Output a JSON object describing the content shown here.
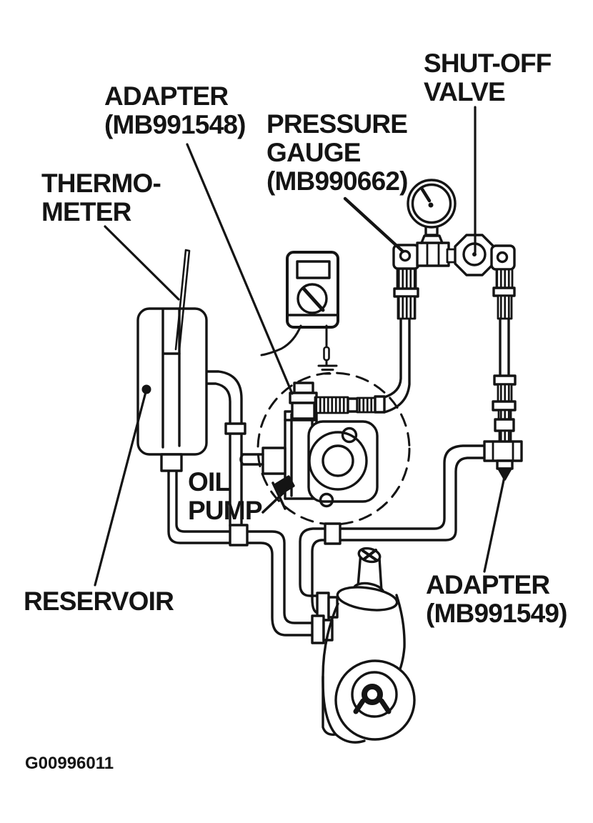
{
  "figure": {
    "code": "G00996011"
  },
  "colors": {
    "ink": "#141414",
    "background": "#ffffff"
  },
  "labels": {
    "thermometer": "THERMO-\nMETER",
    "adapter_top": "ADAPTER\n(MB991548)",
    "pressure_gauge": "PRESSURE\nGAUGE\n(MB990662)",
    "shut_off_valve": "SHUT-OFF\nVALVE",
    "oil_pump": "OIL\nPUMP",
    "reservoir": "RESERVOIR",
    "adapter_bottom": "ADAPTER\n(MB991549)"
  }
}
